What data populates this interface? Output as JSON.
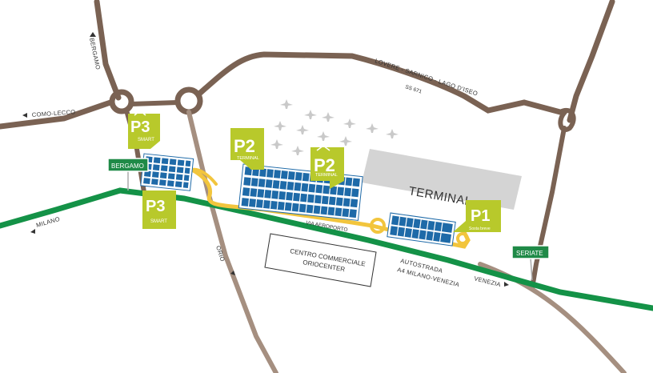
{
  "colors": {
    "road_brown": "#7a6253",
    "road_brown_light": "#a58f80",
    "highway_green": "#149247",
    "parking_yellow": "#f2c53d",
    "parking_badge": "#b8c92b",
    "parking_blue": "#1e6aa8",
    "terminal_gray": "#d4d4d4",
    "sign_green": "#1f8a47"
  },
  "roads": {
    "bergamo_north": "BERGAMO",
    "como_lecco": "COMO-LECCO",
    "lovere": "LOVERE - SARNICO - LAGO D'ISEO",
    "ss671": "SS 671",
    "milano": "MILANO",
    "via_aeroporto": "VIA AEROPORTO",
    "orio": "ORIO",
    "autostrada_line1": "AUTOSTRADA",
    "autostrada_line2": "A4 MILANO-VENEZIA",
    "venezia": "VENEZIA"
  },
  "signs": {
    "bergamo": "BERGAMO",
    "seriate": "SERIATE"
  },
  "terminal": "TERMINAL",
  "shopping_center": {
    "line1": "CENTRO COMMERCIALE",
    "line2": "ORIOCENTER"
  },
  "parkings": {
    "p3_north": {
      "code": "P3",
      "sub": "SMART"
    },
    "p3_south": {
      "code": "P3",
      "sub": "SMART"
    },
    "p2_west": {
      "code": "P2",
      "sub": "TERMINAL"
    },
    "p2_east": {
      "code": "P2",
      "sub": "TERMINAL"
    },
    "p1": {
      "code": "P1",
      "sub": "Sosta breve"
    }
  }
}
